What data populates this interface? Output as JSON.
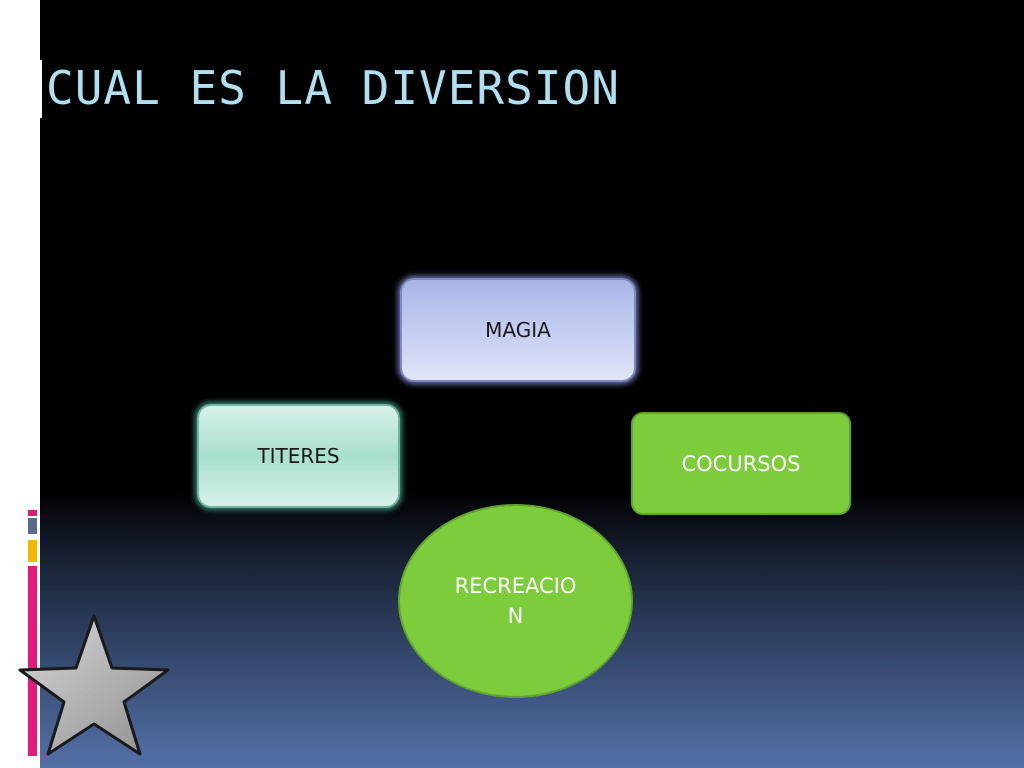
{
  "slide": {
    "title": "CUAL ES LA DIVERSION"
  },
  "diagram": {
    "nodes": [
      {
        "id": "magia",
        "label": "MAGIA",
        "shape": "rounded-rectangle",
        "fill": "#c9d1f2"
      },
      {
        "id": "titeres",
        "label": "TITERES",
        "shape": "rounded-rectangle",
        "fill": "#a8dfcd"
      },
      {
        "id": "cocursos",
        "label": "COCURSOS",
        "shape": "rounded-rectangle",
        "fill": "#7ccc3c"
      },
      {
        "id": "recreacion",
        "label": "RECREACION",
        "shape": "ellipse",
        "fill": "#7ccc3c"
      }
    ]
  },
  "decorations": {
    "accent_colors": [
      "#e6197a",
      "#5a6a8a",
      "#f5b800",
      "#e6197a"
    ],
    "star_icon": "star-icon",
    "bars_icon": "vertical-bars-icon"
  },
  "colors": {
    "title": "#aee0f2",
    "background_top": "#000000",
    "background_bottom": "#5470a6"
  }
}
